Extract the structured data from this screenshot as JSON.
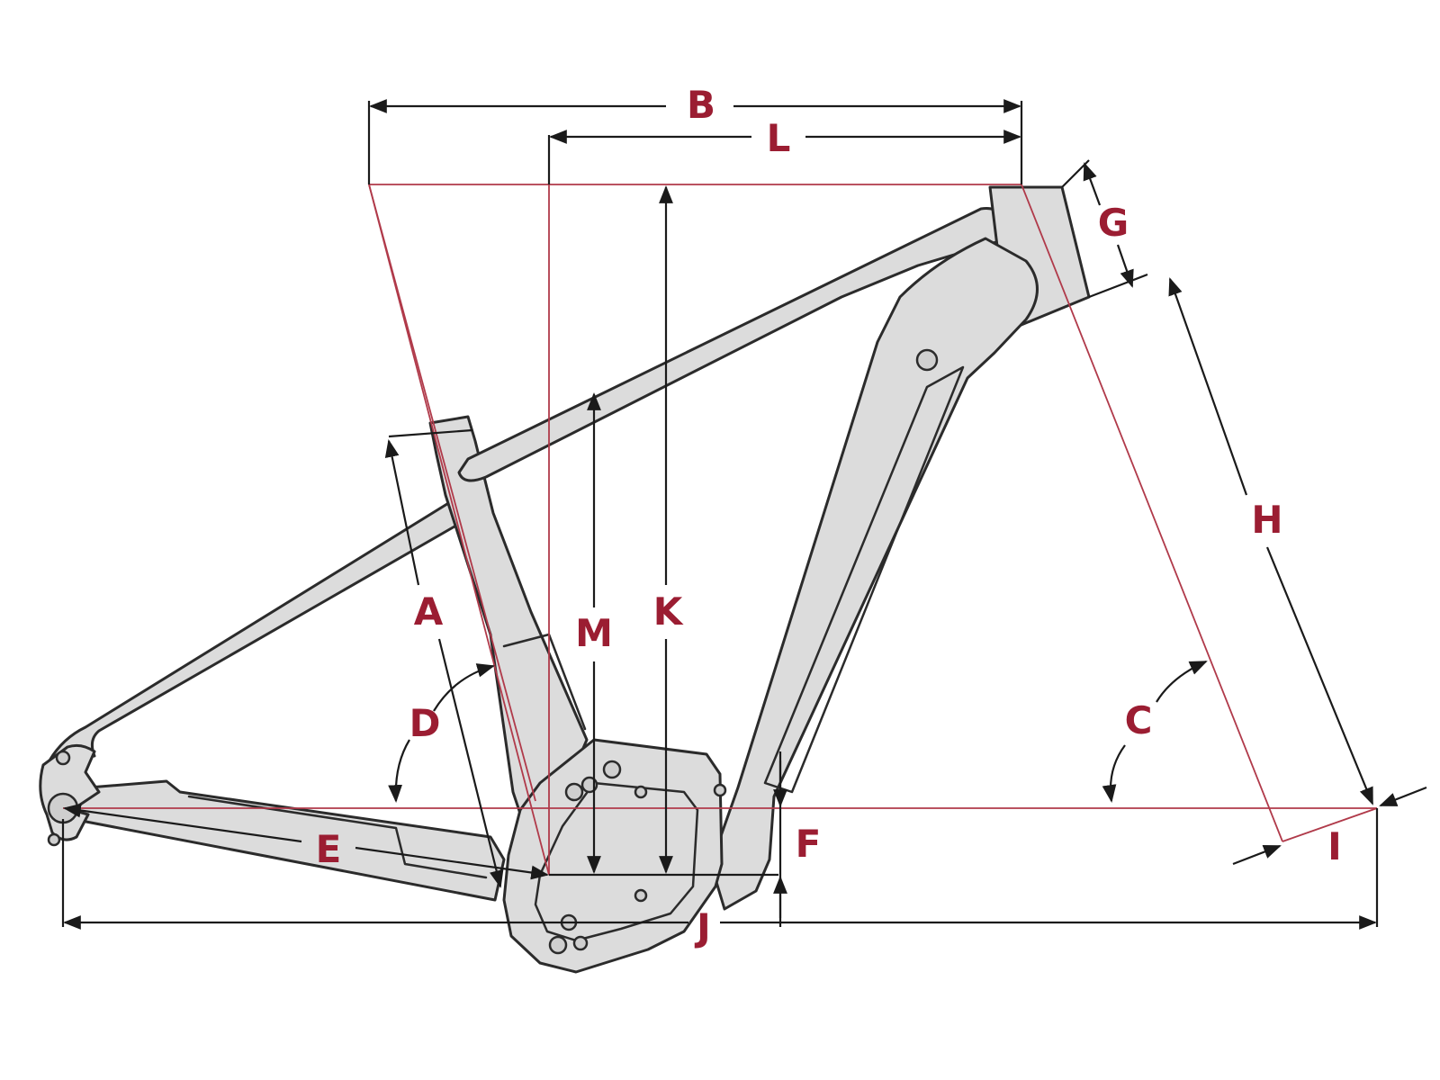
{
  "diagram": {
    "labels": {
      "A": "A",
      "B": "B",
      "C": "C",
      "D": "D",
      "E": "E",
      "F": "F",
      "G": "G",
      "H": "H",
      "I": "I",
      "J": "J",
      "K": "K",
      "L": "L",
      "M": "M"
    },
    "colors": {
      "label": "#9b1d32",
      "reference_line": "#b03a4a",
      "dimension_line": "#1a1a1a",
      "frame_fill": "#dcdcdc",
      "frame_outline": "#2b2b2b"
    }
  }
}
